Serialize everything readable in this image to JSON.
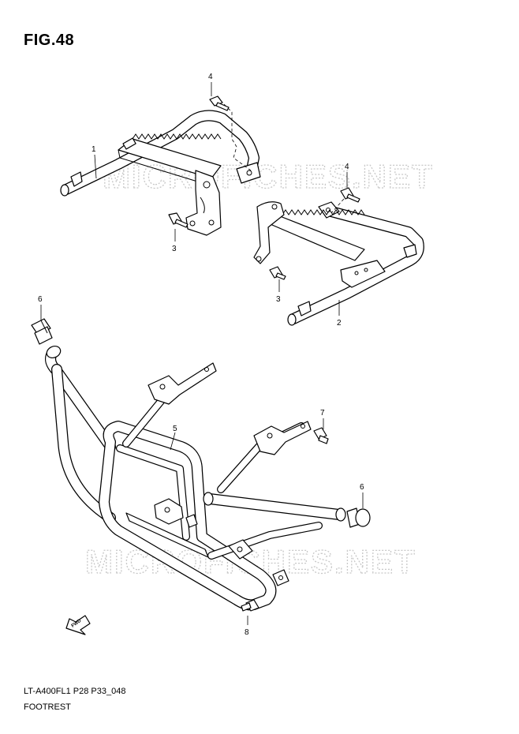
{
  "figure": {
    "title": "FIG.48",
    "code": "LT-A400FL1 P28 P33_048",
    "name": "FOOTREST"
  },
  "watermark": {
    "text": "MICROFICHES.NET"
  },
  "callouts": [
    {
      "id": "c1",
      "label": "1"
    },
    {
      "id": "c2",
      "label": "2"
    },
    {
      "id": "c3a",
      "label": "3"
    },
    {
      "id": "c3b",
      "label": "3"
    },
    {
      "id": "c4a",
      "label": "4"
    },
    {
      "id": "c4b",
      "label": "4"
    },
    {
      "id": "c5",
      "label": "5"
    },
    {
      "id": "c6a",
      "label": "6"
    },
    {
      "id": "c6b",
      "label": "6"
    },
    {
      "id": "c7",
      "label": "7"
    },
    {
      "id": "c8",
      "label": "8"
    }
  ],
  "fwd_marker": {
    "label": "FWD"
  }
}
